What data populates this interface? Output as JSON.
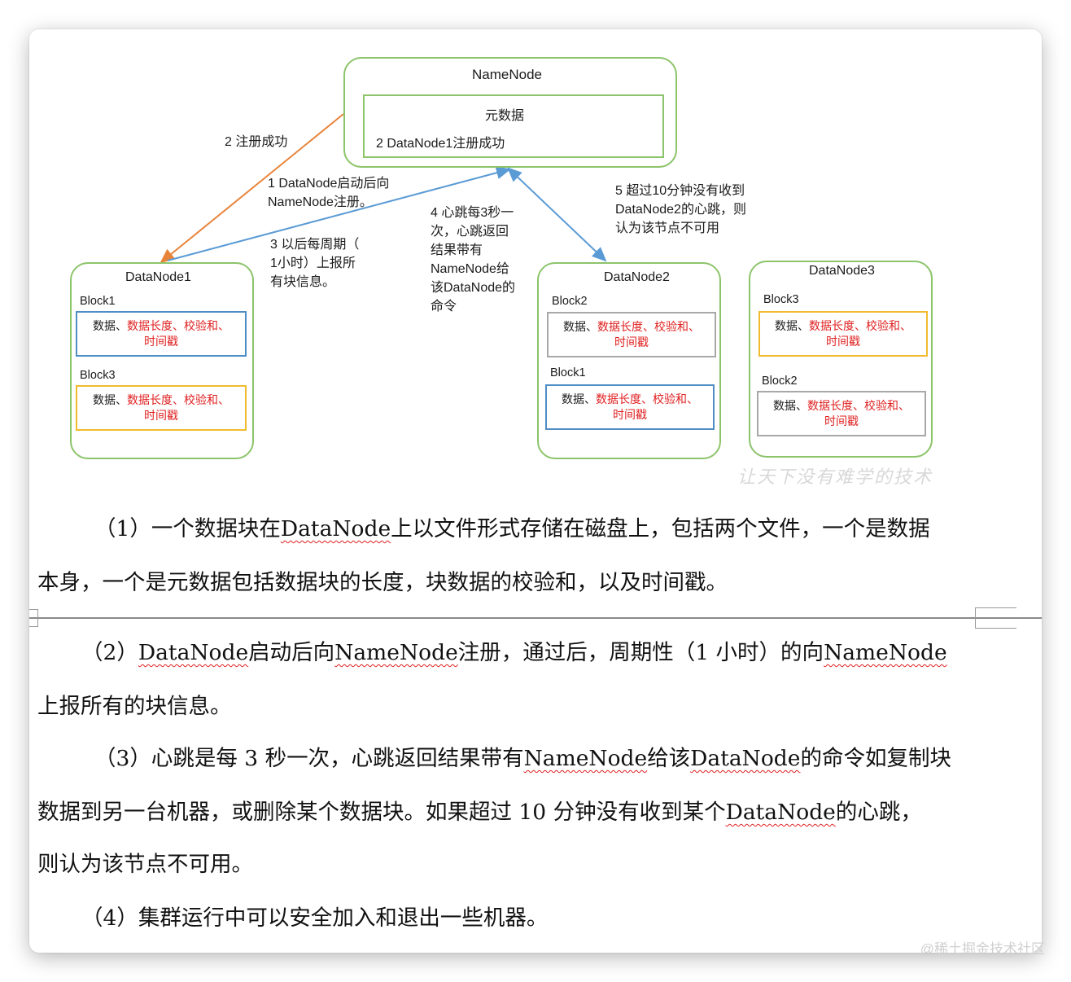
{
  "diagram": {
    "namenode": {
      "title": "NameNode",
      "metadata_label": "元数据",
      "register_label": "2 DataNode1注册成功"
    },
    "fields_text": {
      "data": "数据、",
      "red": "数据长度、校验和、",
      "time": "时间戳"
    },
    "datanodes": [
      {
        "title": "DataNode1",
        "blocks": [
          {
            "label": "Block1",
            "border": "blue"
          },
          {
            "label": "Block3",
            "border": "yellow"
          }
        ]
      },
      {
        "title": "DataNode2",
        "blocks": [
          {
            "label": "Block2",
            "border": "gray"
          },
          {
            "label": "Block1",
            "border": "blue"
          }
        ]
      },
      {
        "title": "DataNode3",
        "blocks": [
          {
            "label": "Block3",
            "border": "yellow"
          },
          {
            "label": "Block2",
            "border": "gray"
          }
        ]
      }
    ],
    "labels": {
      "register_success": "2 注册成功",
      "register_line1": "1 DataNode启动后向",
      "register_line2": "NameNode注册。",
      "report_line1": "3 以后每周期（",
      "report_line2": "1小时）上报所",
      "report_line3": "有块信息。",
      "heartbeat_line1": "4 心跳每3秒一",
      "heartbeat_line2": "次，心跳返回",
      "heartbeat_line3": "结果带有",
      "heartbeat_line4": "NameNode给",
      "heartbeat_line5": "该DataNode的",
      "heartbeat_line6": "命令",
      "timeout_line1": "5 超过10分钟没有收到",
      "timeout_line2": "DataNode2的心跳，则",
      "timeout_line3": "认为该节点不可用"
    },
    "colors": {
      "node_border": "#8cc46a",
      "register_arrow": "#e8843a",
      "heartbeat_arrow": "#5b9bd5",
      "block_blue": "#4f8dc5",
      "block_yellow": "#f0bb2e",
      "block_gray": "#a8a8a8",
      "highlight_text": "#e02020"
    },
    "watermark": "让天下没有难学的技术"
  },
  "paragraphs": {
    "p1_a": "（1）一个数据块在",
    "p1_term": "DataNode",
    "p1_b": "上以文件形式存储在磁盘上，包括两个文件，一个是数据",
    "p1_c": "本身，一个是元数据包括数据块的长度，块数据的校验和，以及时间戳。",
    "p2_a": "（2）",
    "p2_term1": "DataNode",
    "p2_b": "启动后向",
    "p2_term2": "NameNode",
    "p2_c": "注册，通过后，周期性（1 小时）的向",
    "p2_term3": "NameNode",
    "p2_d": "上报所有的块信息。",
    "p3_a": "（3）心跳是每 3 秒一次，心跳返回结果带有",
    "p3_term1": "NameNode",
    "p3_b": "给该",
    "p3_term2": "DataNode",
    "p3_c": "的命令如复制块",
    "p3_d": "数据到另一台机器，或删除某个数据块。如果超过 10 分钟没有收到某个",
    "p3_term3": "DataNode",
    "p3_e": "的心跳，",
    "p3_f": "则认为该节点不可用。",
    "p4": "（4）集群运行中可以安全加入和退出一些机器。"
  },
  "credit": "@稀土掘金技术社区"
}
